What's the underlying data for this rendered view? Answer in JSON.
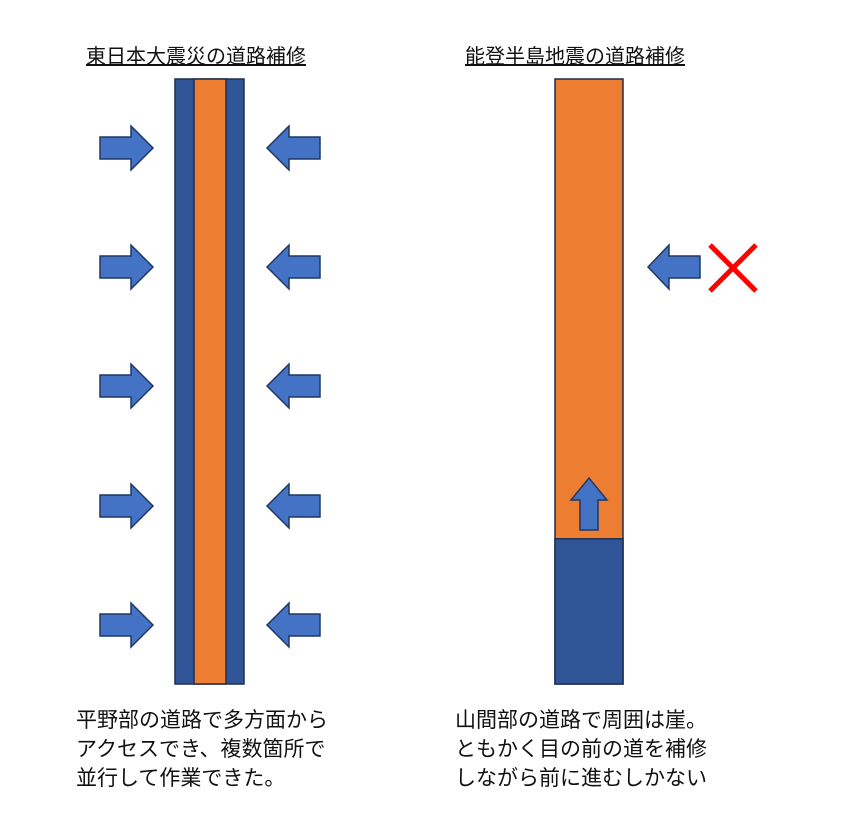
{
  "left": {
    "title": "東日本大震災の道路補修",
    "description": [
      "平野部の道路で多方面から",
      "アクセスでき、複数箇所で",
      "並行して作業できた。"
    ]
  },
  "right": {
    "title": "能登半島地震の道路補修",
    "description": [
      "山間部の道路で周囲は崖。",
      "ともかく目の前の道を補修",
      "しながら前に進むしかない"
    ],
    "repaired_fraction": 0.24
  },
  "colors": {
    "road_dark": "#2f5597",
    "road_orange": "#ed7d31",
    "arrow": "#4472c4",
    "arrow_stroke": "#1f3864",
    "cross": "#ff0000"
  }
}
